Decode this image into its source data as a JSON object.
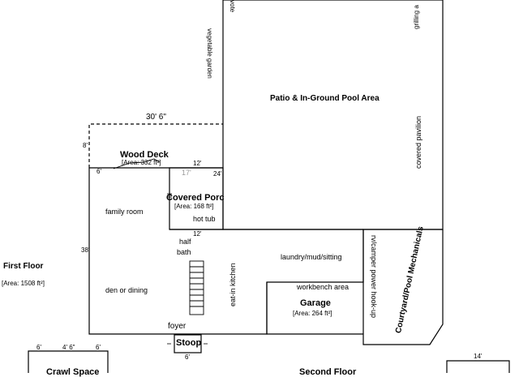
{
  "labels": {
    "vegetable_garden": "vegetable garden",
    "voter_partial": "vote",
    "grilling_partial": "grilling a",
    "patio": "Patio & In-Ground Pool Area",
    "covered_pavilion": "covered pavilion",
    "dim_30_6": "30' 6\"",
    "wood_deck": "Wood Deck",
    "wood_deck_area": "[Area: 332 ft²]",
    "dim_17": "17'",
    "dim_24": "24'",
    "covered_porch": "Covered Porc",
    "covered_porch_area": "[Area: 168 ft²]",
    "family_room": "family room",
    "hot_tub": "hot tub",
    "half_bath": "half\nbath",
    "half_bath_l1": "half",
    "half_bath_l2": "bath",
    "eat_in_kitchen": "eat-in kitchen",
    "laundry": "laundry/mud/sitting",
    "rv_power": "rv/camper power hook-up",
    "courtyard": "Courtyard/Pool Mechanicals",
    "first_floor": "First Floor",
    "first_floor_area": "[Area: 1508 ft²]",
    "den_dining": "den or dining",
    "workbench": "workbench area",
    "garage": "Garage",
    "garage_area": "[Area: 264 ft²]",
    "foyer": "foyer",
    "stoop": "Stoop",
    "crawl_space": "Crawl Space",
    "second_floor": "Second Floor",
    "dim_38": "38'",
    "dim_12_a": "12'",
    "dim_12_b": "12'",
    "dim_14": "14'",
    "dim_4_6": "4' 6\"",
    "dim_6": "6'",
    "dim_8": "8'"
  }
}
